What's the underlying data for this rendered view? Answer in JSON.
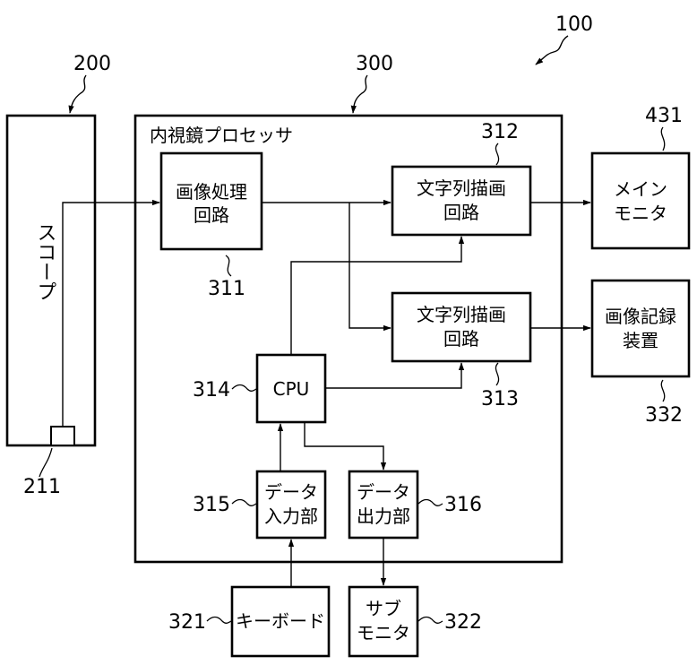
{
  "system_ref": "100",
  "scope": {
    "ref": "200",
    "label": "スコープ",
    "sensor_ref": "211"
  },
  "processor": {
    "ref": "300",
    "title": "内視鏡プロセッサ"
  },
  "blocks": {
    "image_processing": {
      "ref": "311",
      "line1": "画像処理",
      "line2": "回路"
    },
    "char_draw_1": {
      "ref": "312",
      "line1": "文字列描画",
      "line2": "回路"
    },
    "char_draw_2": {
      "ref": "313",
      "line1": "文字列描画",
      "line2": "回路"
    },
    "cpu": {
      "ref": "314",
      "label": "CPU"
    },
    "data_input": {
      "ref": "315",
      "line1": "データ",
      "line2": "入力部"
    },
    "data_output": {
      "ref": "316",
      "line1": "データ",
      "line2": "出力部"
    },
    "keyboard": {
      "ref": "321",
      "label": "キーボード"
    },
    "sub_monitor": {
      "ref": "322",
      "line1": "サブ",
      "line2": "モニタ"
    },
    "recorder": {
      "ref": "332",
      "line1": "画像記録",
      "line2": "装置"
    },
    "main_monitor": {
      "ref": "431",
      "line1": "メイン",
      "line2": "モニタ"
    }
  }
}
